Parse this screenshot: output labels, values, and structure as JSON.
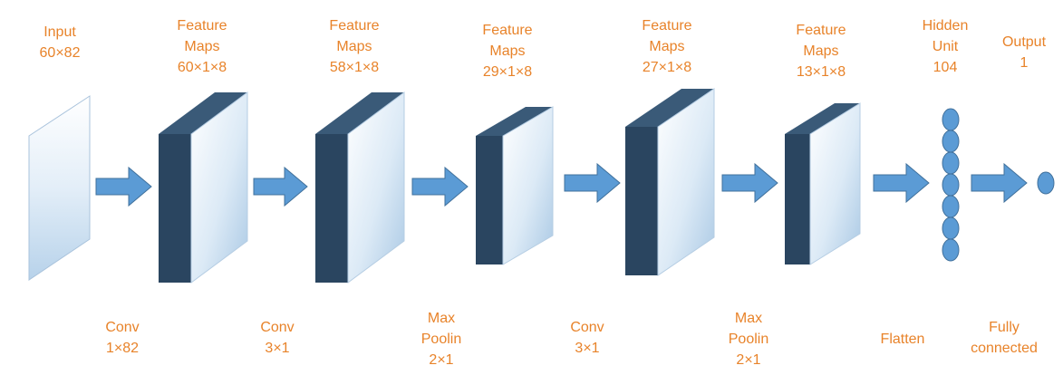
{
  "colors": {
    "label": "#e8832a",
    "block_side": "#2a4560",
    "block_top": "#3a5a78",
    "face_light": "#ffffff",
    "face_blue": "#a9c8e4",
    "arrow": "#5b9bd5",
    "arrow_edge": "#41719c",
    "unit": "#5b9bd5"
  },
  "top_labels": {
    "input": [
      "Input",
      "60×82"
    ],
    "fm1": [
      "Feature",
      "Maps",
      "60×1×8"
    ],
    "fm2": [
      "Feature",
      "Maps",
      "58×1×8"
    ],
    "fm3": [
      "Feature",
      "Maps",
      "29×1×8"
    ],
    "fm4": [
      "Feature",
      "Maps",
      "27×1×8"
    ],
    "fm5": [
      "Feature",
      "Maps",
      "13×1×8"
    ],
    "hidden": [
      "Hidden",
      "Unit",
      "104"
    ],
    "output": [
      "Output",
      "1"
    ]
  },
  "bottom_labels": {
    "op1": [
      "Conv",
      "1×82"
    ],
    "op2": [
      "Conv",
      "3×1"
    ],
    "op3": [
      "Max",
      "Poolin",
      "2×1"
    ],
    "op4": [
      "Conv",
      "3×1"
    ],
    "op5": [
      "Max",
      "Poolin",
      "2×1"
    ],
    "op6": [
      "Flatten"
    ],
    "op7": [
      "Fully",
      "connected"
    ]
  },
  "hidden_unit_count": 7,
  "output_unit_count": 1
}
